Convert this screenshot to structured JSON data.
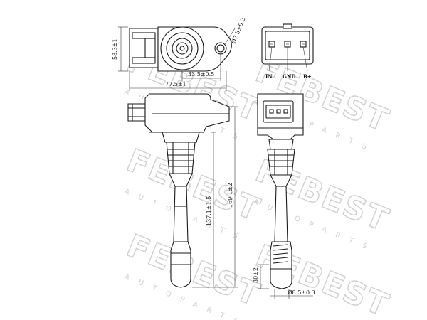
{
  "watermark": {
    "brand": "FEBEST",
    "sub": "AUTOPARTS"
  },
  "dimensions": {
    "flange_height": "58.3±1",
    "mount_hole_diameter": "Ø7.5±0.2",
    "hole_offset": "33.5±0.5",
    "overall_width": "77.5±1",
    "boot_length": "137.1±1.5",
    "overall_length": "169.1±2",
    "tip_length": "30±2",
    "tip_diameter": "Ø8.5±0.3"
  },
  "connector_pins": {
    "pin1": "IN",
    "pin2": "GND",
    "pin3": "B+"
  }
}
